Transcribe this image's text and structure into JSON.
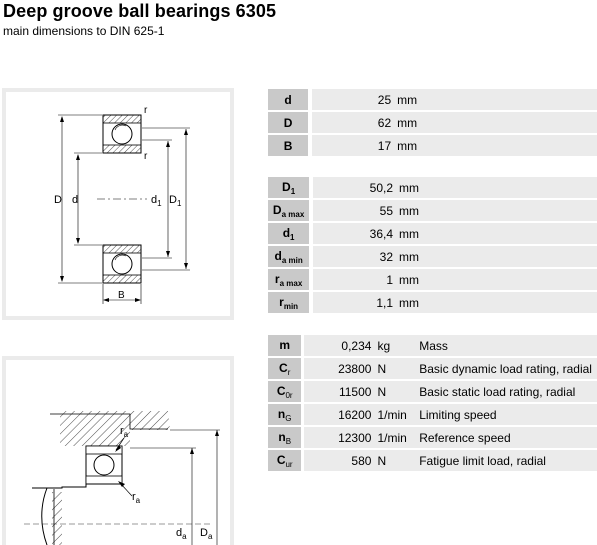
{
  "header": {
    "title": "Deep groove ball bearings 6305",
    "subtitle": "main dimensions to DIN 625-1"
  },
  "drawing1": {
    "label_r_top": "r",
    "label_r_mid": "r",
    "label_D": "D",
    "label_d": "d",
    "label_d1_main": "d",
    "label_d1_sub": "1",
    "label_D1_main": "D",
    "label_D1_sub": "1",
    "label_B": "B"
  },
  "drawing2": {
    "label_ra_top_main": "r",
    "label_ra_top_sub": "a",
    "label_ra_bot_main": "r",
    "label_ra_bot_sub": "a",
    "label_da_main": "d",
    "label_da_sub": "a",
    "label_Da_main": "D",
    "label_Da_sub": "a"
  },
  "table1": [
    {
      "sym": "d",
      "sub": "",
      "value": "25",
      "unit": "mm"
    },
    {
      "sym": "D",
      "sub": "",
      "value": "62",
      "unit": "mm"
    },
    {
      "sym": "B",
      "sub": "",
      "value": "17",
      "unit": "mm"
    }
  ],
  "table2": [
    {
      "sym": "D",
      "sub": "1",
      "value": "50,2",
      "unit": "mm"
    },
    {
      "sym": "D",
      "sub": "a max",
      "value": "55",
      "unit": "mm"
    },
    {
      "sym": "d",
      "sub": "1",
      "value": "36,4",
      "unit": "mm"
    },
    {
      "sym": "d",
      "sub": "a min",
      "value": "32",
      "unit": "mm"
    },
    {
      "sym": "r",
      "sub": "a max",
      "value": "1",
      "unit": "mm"
    },
    {
      "sym": "r",
      "sub": "min",
      "value": "1,1",
      "unit": "mm"
    }
  ],
  "table3": [
    {
      "sym": "m",
      "sub": "",
      "value": "0,234",
      "unit": "kg",
      "desc": "Mass"
    },
    {
      "sym": "C",
      "sub": "r",
      "value": "23800",
      "unit": "N",
      "desc": "Basic dynamic load rating, radial"
    },
    {
      "sym": "C",
      "sub": "0r",
      "value": "11500",
      "unit": "N",
      "desc": "Basic static load rating, radial"
    },
    {
      "sym": "n",
      "sub": "G",
      "value": "16200",
      "unit": "1/min",
      "desc": "Limiting speed"
    },
    {
      "sym": "n",
      "sub": "B",
      "value": "12300",
      "unit": "1/min",
      "desc": "Reference speed"
    },
    {
      "sym": "C",
      "sub": "ur",
      "value": "580",
      "unit": "N",
      "desc": "Fatigue limit load, radial"
    }
  ]
}
